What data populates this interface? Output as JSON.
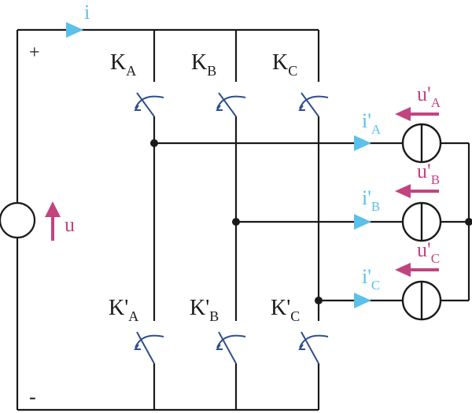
{
  "colors": {
    "wire": "#1a1a1a",
    "switch": "#2f4f8f",
    "current": "#5bc0eb",
    "voltage": "#c2447f",
    "background": "#ffffff"
  },
  "dc_link": {
    "plus_label": "+",
    "minus_label": "-",
    "current_label": "i",
    "voltage_label": "u"
  },
  "switches": {
    "upper": [
      {
        "base": "K",
        "sub": "A",
        "prime": ""
      },
      {
        "base": "K",
        "sub": "B",
        "prime": ""
      },
      {
        "base": "K",
        "sub": "C",
        "prime": ""
      }
    ],
    "lower": [
      {
        "base": "K",
        "sub": "A",
        "prime": "'"
      },
      {
        "base": "K",
        "sub": "B",
        "prime": "'"
      },
      {
        "base": "K",
        "sub": "C",
        "prime": "'"
      }
    ]
  },
  "phases": [
    {
      "current": {
        "base": "i",
        "prime": "'",
        "sub": "A"
      },
      "voltage": {
        "base": "u",
        "prime": "'",
        "sub": "A"
      }
    },
    {
      "current": {
        "base": "i",
        "prime": "'",
        "sub": "B"
      },
      "voltage": {
        "base": "u",
        "prime": "'",
        "sub": "B"
      }
    },
    {
      "current": {
        "base": "i",
        "prime": "'",
        "sub": "C"
      },
      "voltage": {
        "base": "u",
        "prime": "'",
        "sub": "C"
      }
    }
  ]
}
